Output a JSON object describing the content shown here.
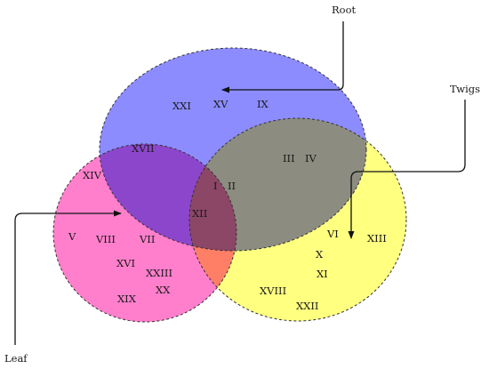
{
  "sets": {
    "root": {
      "color": "#8c8cff"
    },
    "leaf": {
      "color": "#ff7fcc"
    },
    "twigs": {
      "color": "#ffff80"
    }
  },
  "callouts": {
    "root": "Root",
    "twigs": "Twigs",
    "leaf": "Leaf"
  },
  "elements": {
    "root_only": [
      "XXI",
      "XV",
      "IX"
    ],
    "root_leaf": [
      "XVII"
    ],
    "root_twigs": [
      "III",
      "IV"
    ],
    "all_three": [
      "I",
      "II"
    ],
    "leaf_twigs_center": [
      "XII"
    ],
    "leaf_only": [
      "XIV",
      "V",
      "VIII",
      "VII",
      "XVI",
      "XXIII",
      "XX",
      "XIX"
    ],
    "twigs_only": [
      "VI",
      "XIII",
      "X",
      "XI",
      "XVIII",
      "XXII"
    ]
  }
}
